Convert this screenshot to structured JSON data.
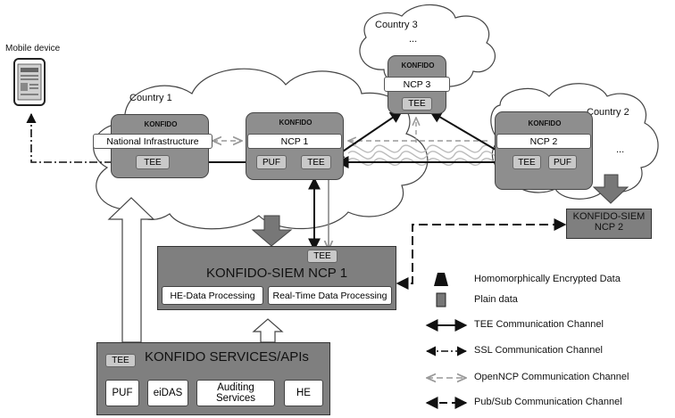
{
  "mobile": {
    "label": "Mobile device"
  },
  "countries": {
    "c1": "Country 1",
    "c2": "Country 2",
    "c3": "Country 3",
    "ellipsis": "..."
  },
  "node1": {
    "title": "KONFIDO",
    "bar": "National Infrastructure",
    "tee": "TEE"
  },
  "node2": {
    "title": "KONFIDO",
    "bar": "NCP 1",
    "puf": "PUF",
    "tee": "TEE"
  },
  "node3": {
    "title": "KONFIDO",
    "bar": "NCP 3",
    "tee": "TEE"
  },
  "node4": {
    "title": "KONFIDO",
    "bar": "NCP 2",
    "tee": "TEE",
    "puf": "PUF"
  },
  "siem2": {
    "line1": "KONFIDO-SIEM",
    "line2": "NCP 2"
  },
  "siem1": {
    "tee": "TEE",
    "title": "KONFIDO-SIEM NCP 1",
    "he": "HE-Data Processing",
    "rt": "Real-Time Data Processing"
  },
  "services": {
    "tee": "TEE",
    "title": "KONFIDO SERVICES/APIs",
    "items": [
      "PUF",
      "eiDAS",
      "Auditing Services",
      "HE"
    ]
  },
  "legend": [
    "Homomorphically Encrypted Data",
    "Plain data",
    "TEE Communication Channel",
    "SSL Communication Channel",
    "OpenNCP Communication Channel",
    "Pub/Sub Communication Channel"
  ]
}
